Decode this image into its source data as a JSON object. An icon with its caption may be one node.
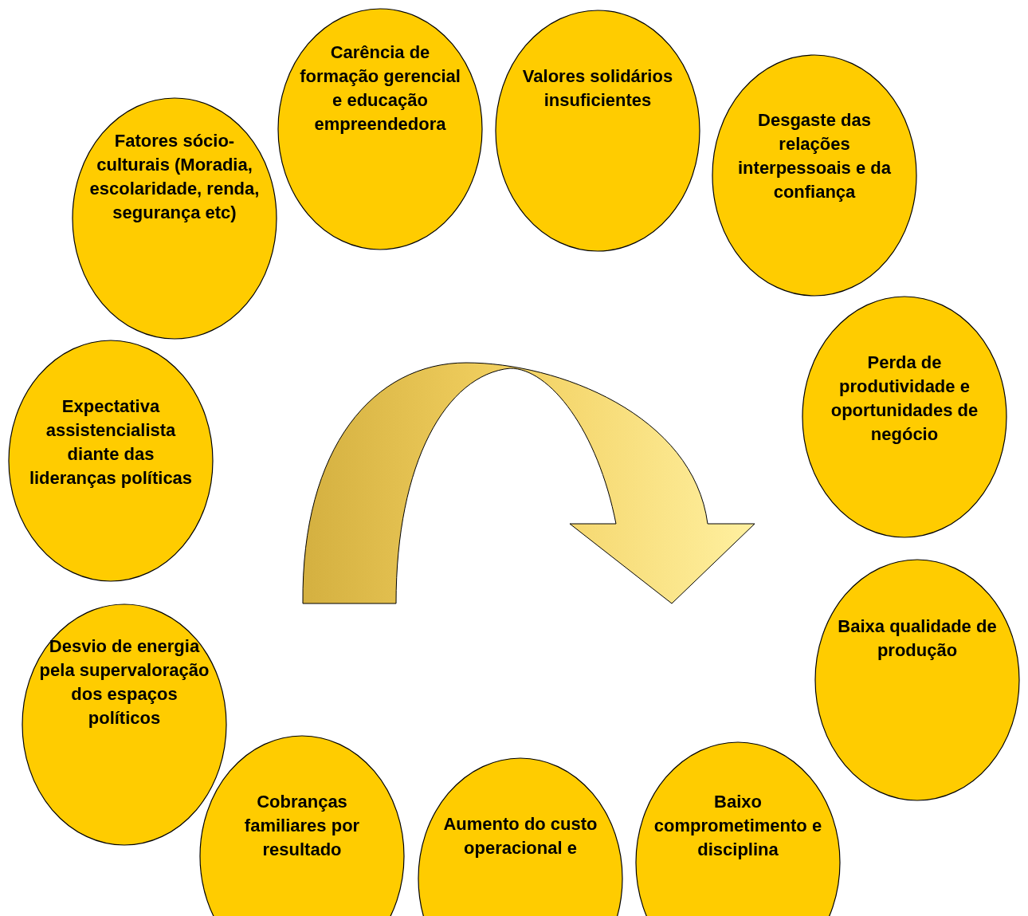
{
  "diagram": {
    "nodes": [
      {
        "text": [
          "Fatores sócio-culturais (Moradia, escolaridade, renda, segurança etc)"
        ]
      },
      {
        "text": [
          "Carência de formação gerencial e educação empreendedora"
        ]
      },
      {
        "text": [
          "Valores solidários insuficientes"
        ]
      },
      {
        "text": [
          "Desgaste das relações interpessoais e da confiança"
        ]
      },
      {
        "text": [
          "Perda de produtividade e oportunidades de negócio"
        ]
      },
      {
        "text": [
          "Baixa qualidade de produção"
        ]
      },
      {
        "text": [
          "Baixo comprometimento e disciplina"
        ]
      },
      {
        "text": [
          "Aumento do custo operacional e"
        ]
      },
      {
        "text": [
          "Cobranças familiares por resultado"
        ]
      },
      {
        "text": [
          "Desvio de energia pela supervaloração dos espaços políticos"
        ]
      },
      {
        "text": [
          "Expectativa assistencialista diante das lideranças políticas"
        ]
      }
    ]
  }
}
